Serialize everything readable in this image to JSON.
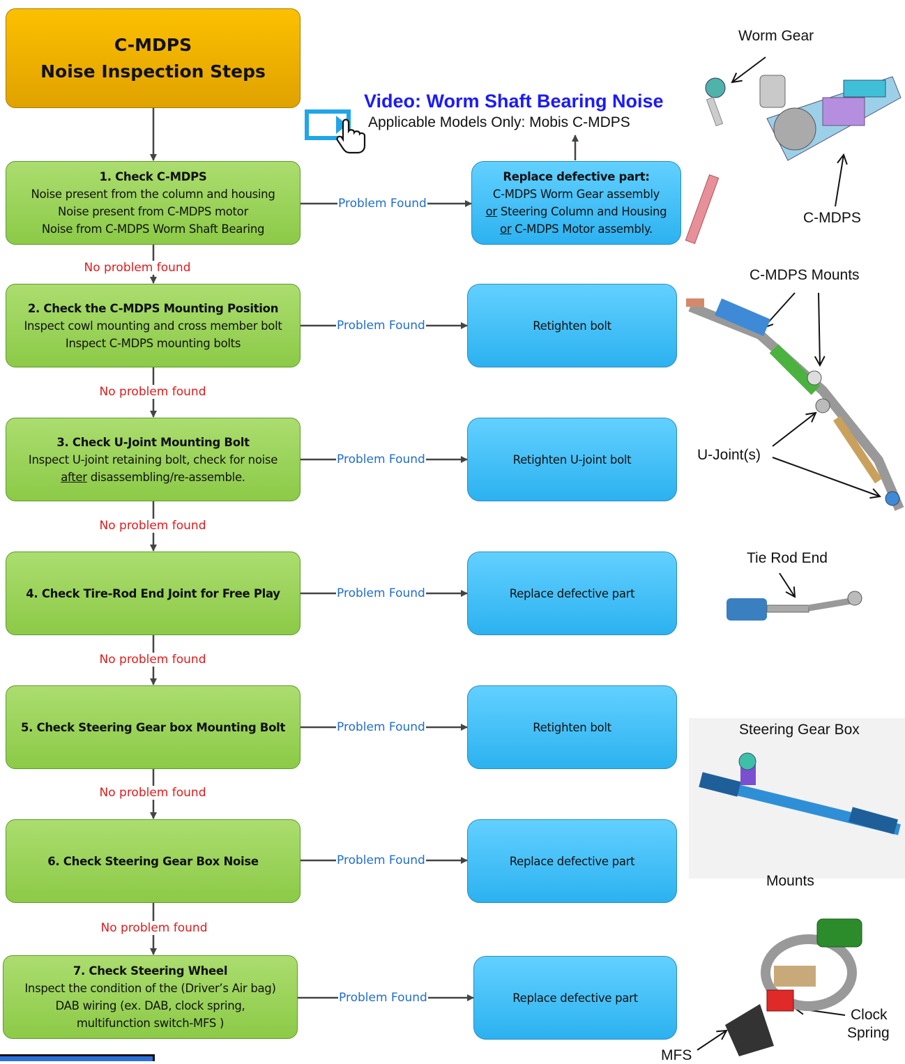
{
  "title": {
    "line1": "C-MDPS",
    "line2": "Noise Inspection Steps"
  },
  "video": {
    "title": "Video: Worm Shaft Bearing Noise",
    "subtitle": "Applicable Models Only: Mobis C-MDPS"
  },
  "labels": {
    "problem_found": "Problem Found",
    "no_problem_found": "No problem found"
  },
  "steps": [
    {
      "title": "1. Check C-MDPS",
      "lines": [
        "Noise present from the column and housing",
        "Noise present from C-MDPS motor",
        "Noise from C-MDPS Worm Shaft Bearing"
      ]
    },
    {
      "title": "2. Check the C-MDPS Mounting Position",
      "lines": [
        "Inspect cowl mounting and cross member bolt",
        "Inspect C-MDPS mounting bolts"
      ]
    },
    {
      "title": "3. Check U-Joint Mounting Bolt",
      "line1": "Inspect U-joint retaining bolt, check for noise",
      "line2_u": "after",
      "line2_rest": " disassembling/re-assemble."
    },
    {
      "title": "4. Check Tire-Rod End Joint for Free Play"
    },
    {
      "title": "5. Check Steering Gear box Mounting Bolt"
    },
    {
      "title": "6. Check Steering Gear Box Noise"
    },
    {
      "title": "7. Check Steering Wheel",
      "lines": [
        "Inspect the condition of the (Driver’s Air bag)",
        "DAB wiring (ex. DAB, clock spring,",
        "multifunction switch-MFS )"
      ]
    }
  ],
  "actions": {
    "a1": {
      "title": "Replace defective part:",
      "l1": "C-MDPS Worm Gear assembly",
      "or": "or",
      "l2": " Steering Column and Housing",
      "l3": " C-MDPS Motor assembly."
    },
    "a2": "Retighten bolt",
    "a3": "Retighten U-joint bolt",
    "a4": "Replace defective part",
    "a5": "Retighten bolt",
    "a6": "Replace defective part",
    "a7": "Replace defective part"
  },
  "image_labels": {
    "worm_gear": "Worm Gear",
    "c_mdps": "C-MDPS",
    "c_mdps_mounts": "C-MDPS Mounts",
    "u_joints": "U-Joint(s)",
    "tie_rod_end": "Tie Rod End",
    "steering_gear_box": "Steering Gear Box",
    "mounts": "Mounts",
    "clock": "Clock",
    "spring": "Spring",
    "mfs": "MFS"
  },
  "colors": {
    "title_fill": "#f5b800",
    "step_fill": "#92d050",
    "action_fill": "#3fbef5",
    "problem_found_text": "#1f6ecc",
    "no_problem_text": "#e21a1a",
    "video_title": "#1a1aff"
  }
}
